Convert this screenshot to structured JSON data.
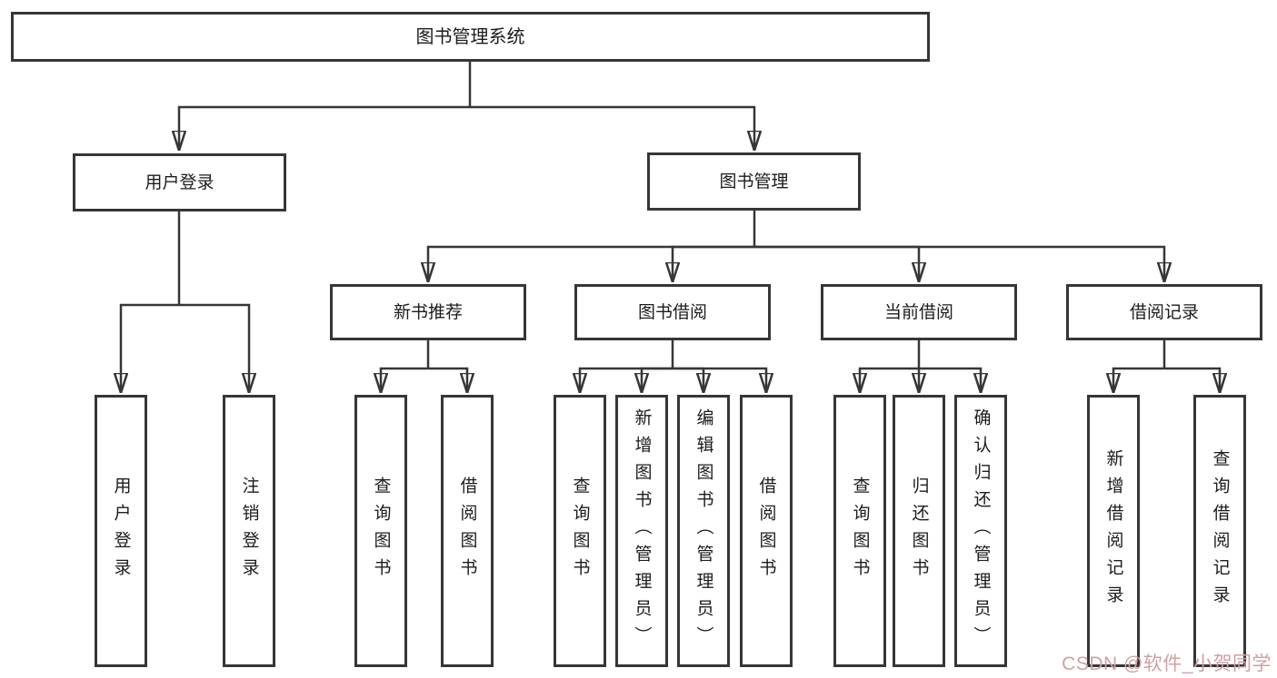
{
  "colors": {
    "line": "#363636",
    "text": "#1c1c1c",
    "box_background": "#ffffff",
    "watermark": "#cfa1a1"
  },
  "watermark": {
    "text": "CSDN @软件_小贺同学"
  },
  "nodes": {
    "root": {
      "label": "图书管理系统"
    },
    "user_login": {
      "label": "用户登录"
    },
    "book_mgmt": {
      "label": "图书管理"
    },
    "new_book_rec": {
      "label": "新书推荐"
    },
    "book_borrow": {
      "label": "图书借阅"
    },
    "current_borrow": {
      "label": "当前借阅"
    },
    "borrow_records": {
      "label": "借阅记录"
    },
    "ul_user_login": {
      "label": "用户登录"
    },
    "ul_logout": {
      "label": "注销登录"
    },
    "nr_query_books": {
      "label": "查询图书"
    },
    "nr_borrow_books": {
      "label": "借阅图书"
    },
    "bb_query_books": {
      "label": "查询图书"
    },
    "bb_add_books": {
      "label": "新增图书（管理员）"
    },
    "bb_edit_books": {
      "label": "编辑图书（管理员）"
    },
    "bb_borrow_books": {
      "label": "借阅图书"
    },
    "cb_query_books": {
      "label": "查询图书"
    },
    "cb_return_books": {
      "label": "归还图书"
    },
    "cb_confirm_return": {
      "label": "确认归还（管理员）"
    },
    "br_add_record": {
      "label": "新增借阅记录"
    },
    "br_query_record": {
      "label": "查询借阅记录"
    }
  },
  "edges": [
    [
      "图书管理系统",
      "用户登录"
    ],
    [
      "图书管理系统",
      "图书管理"
    ],
    [
      "用户登录",
      "用户登录"
    ],
    [
      "用户登录",
      "注销登录"
    ],
    [
      "图书管理",
      "新书推荐"
    ],
    [
      "图书管理",
      "图书借阅"
    ],
    [
      "图书管理",
      "当前借阅"
    ],
    [
      "图书管理",
      "借阅记录"
    ],
    [
      "新书推荐",
      "查询图书"
    ],
    [
      "新书推荐",
      "借阅图书"
    ],
    [
      "图书借阅",
      "查询图书"
    ],
    [
      "图书借阅",
      "新增图书（管理员）"
    ],
    [
      "图书借阅",
      "编辑图书（管理员）"
    ],
    [
      "图书借阅",
      "借阅图书"
    ],
    [
      "当前借阅",
      "查询图书"
    ],
    [
      "当前借阅",
      "归还图书"
    ],
    [
      "当前借阅",
      "确认归还（管理员）"
    ],
    [
      "借阅记录",
      "新增借阅记录"
    ],
    [
      "借阅记录",
      "查询借阅记录"
    ]
  ]
}
